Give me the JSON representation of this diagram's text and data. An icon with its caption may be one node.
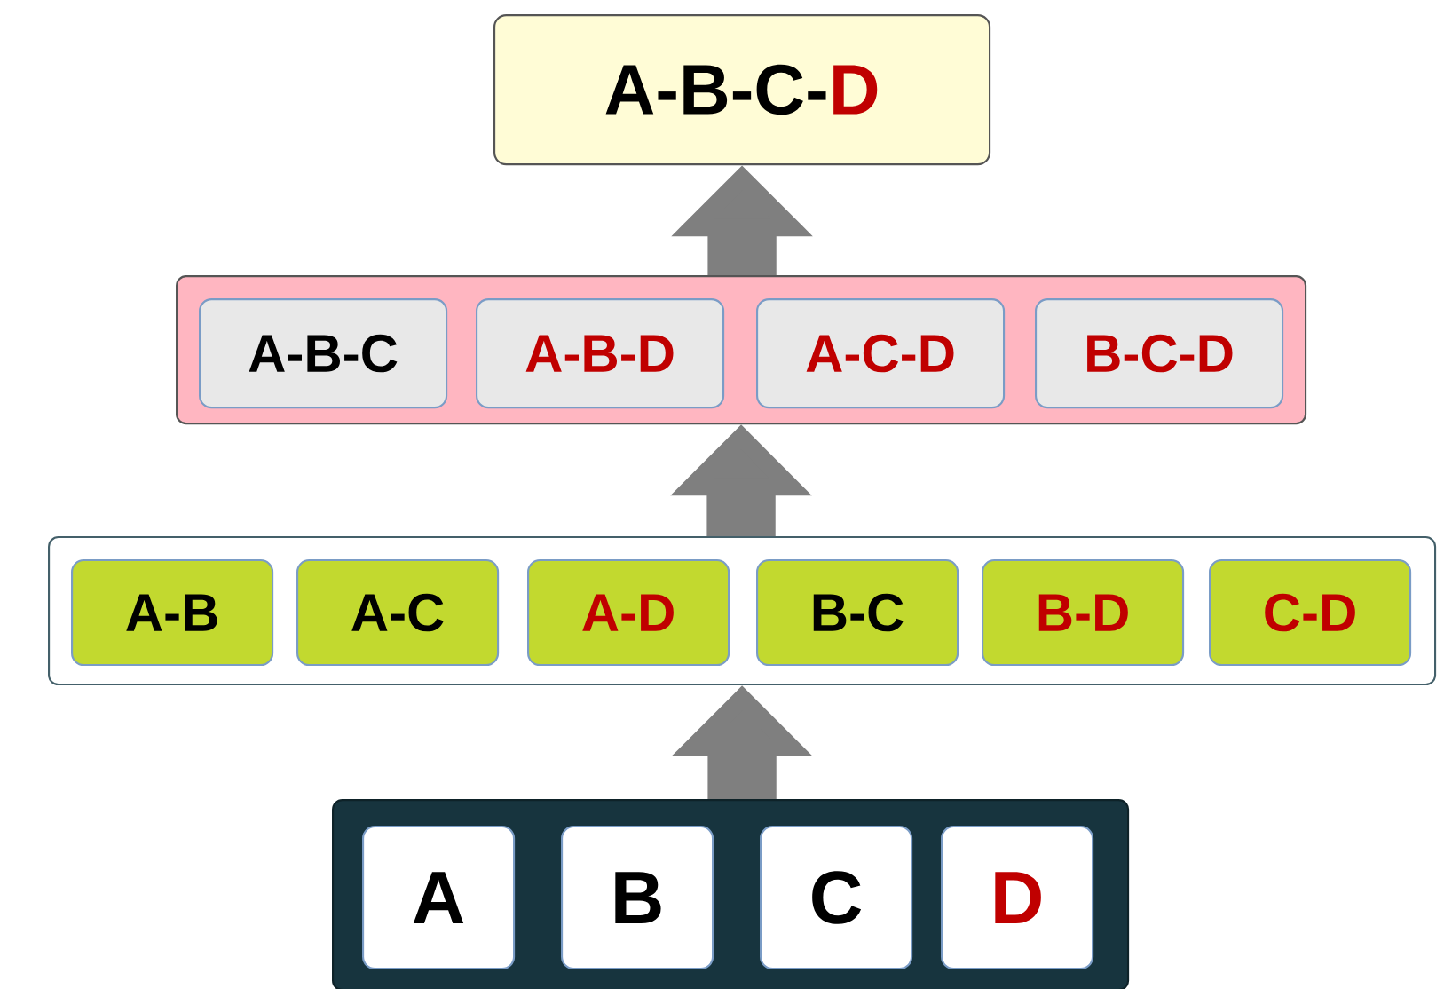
{
  "diagram": {
    "nodes": [
      {
        "text": [
          "A-B-C-",
          "D"
        ]
      },
      {
        "text": [],
        "shape": "box"
      },
      {
        "text": [
          "A-B-C"
        ],
        "in": 1
      },
      {
        "text": [
          "A-B-D"
        ],
        "in": 1
      },
      {
        "text": [
          "A-C-D"
        ],
        "in": 1
      },
      {
        "text": [
          "B-C-D"
        ],
        "in": 1
      },
      {
        "text": [],
        "shape": "box"
      },
      {
        "text": [
          "A-B"
        ],
        "in": 6
      },
      {
        "text": [
          "A-C"
        ],
        "in": 6
      },
      {
        "text": [
          "A-D"
        ],
        "in": 6
      },
      {
        "text": [
          "B-C"
        ],
        "in": 6
      },
      {
        "text": [
          "B-D"
        ],
        "in": 6
      },
      {
        "text": [
          "C-D"
        ],
        "in": 6
      },
      {
        "text": [],
        "shape": "box"
      },
      {
        "text": [
          "A"
        ],
        "in": 13
      },
      {
        "text": [
          "B"
        ],
        "in": 13
      },
      {
        "text": [
          "C"
        ],
        "in": 13
      },
      {
        "text": [
          "D"
        ],
        "in": 13
      }
    ],
    "edges": [
      {
        "from": 13,
        "to": 6,
        "arrow": "to"
      },
      {
        "from": 6,
        "to": 1,
        "arrow": "to"
      },
      {
        "from": 1,
        "to": 0,
        "arrow": "to"
      }
    ]
  }
}
